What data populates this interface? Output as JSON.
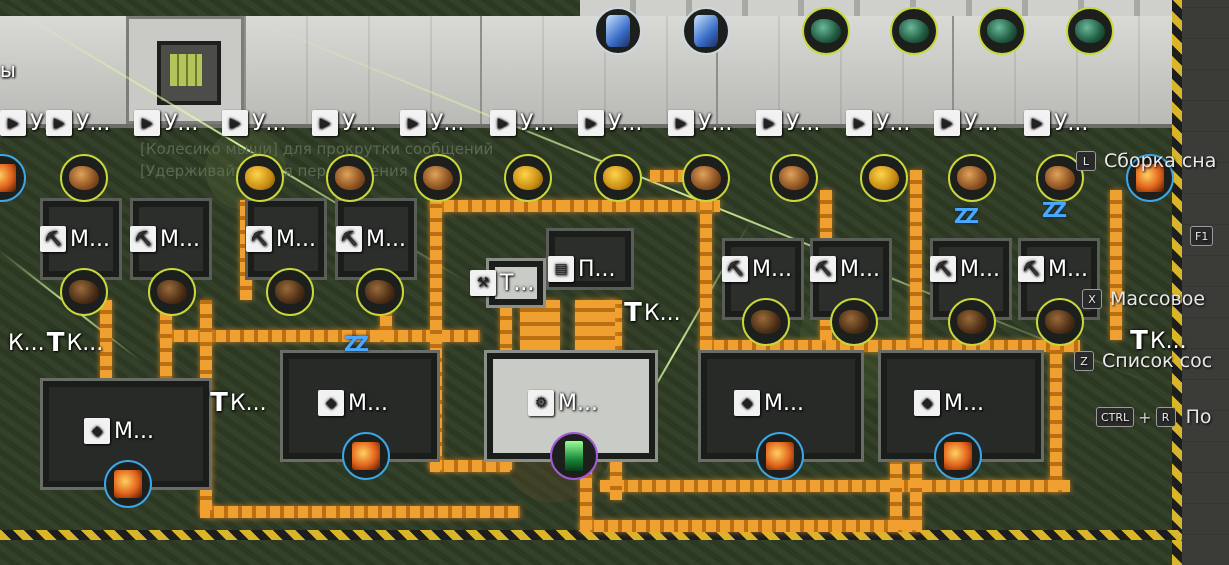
{
  "wall_text_left": "ы",
  "top_resources": [
    {
      "icon": "ice-crystal-icon",
      "ring": "white"
    },
    {
      "icon": "ice-crystal-icon",
      "ring": "white"
    },
    {
      "icon": "green-ore-icon",
      "ring": "yellow"
    },
    {
      "icon": "green-ore-icon",
      "ring": "yellow"
    },
    {
      "icon": "green-ore-icon",
      "ring": "yellow"
    },
    {
      "icon": "green-ore-icon",
      "ring": "yellow"
    }
  ],
  "unloader_labels": [
    "У...",
    "У...",
    "У...",
    "У...",
    "У...",
    "У...",
    "У...",
    "У...",
    "У...",
    "У...",
    "У...",
    "У...",
    "У..."
  ],
  "faint_hints": [
    "[Колесико мыши] для прокрутки сообщений",
    "[Удерживайте] для перемещения"
  ],
  "drill_labels": [
    "М...",
    "М...",
    "М...",
    "М...",
    "М...",
    "М...",
    "М...",
    "М..."
  ],
  "small_labels": {
    "t_label": "Т...",
    "p_label": "П...",
    "k_mid": "К...",
    "k_left1": "К...",
    "k_left2": "К...",
    "k_mid_left": "К...",
    "k_right": "К..."
  },
  "furnace_labels": [
    "М...",
    "М...",
    "М...",
    "М...",
    "М..."
  ],
  "hud": {
    "l_key": "L",
    "l_text": "Сборка сна",
    "f1_key": "F1",
    "x_key": "X",
    "x_text": "Массовое",
    "z_key": "Z",
    "z_text": "Список сос",
    "ctrl_key": "CTRL",
    "plus": "+",
    "r_key": "R",
    "r_text": "По"
  },
  "colors": {
    "belt": "#f0a030",
    "hazard": "#d9b52a",
    "ring_yellow": "#c8d83a",
    "ring_blue": "#3aa7e6",
    "ring_purple": "#a35bd8",
    "sleep": "#4aa8ff"
  }
}
